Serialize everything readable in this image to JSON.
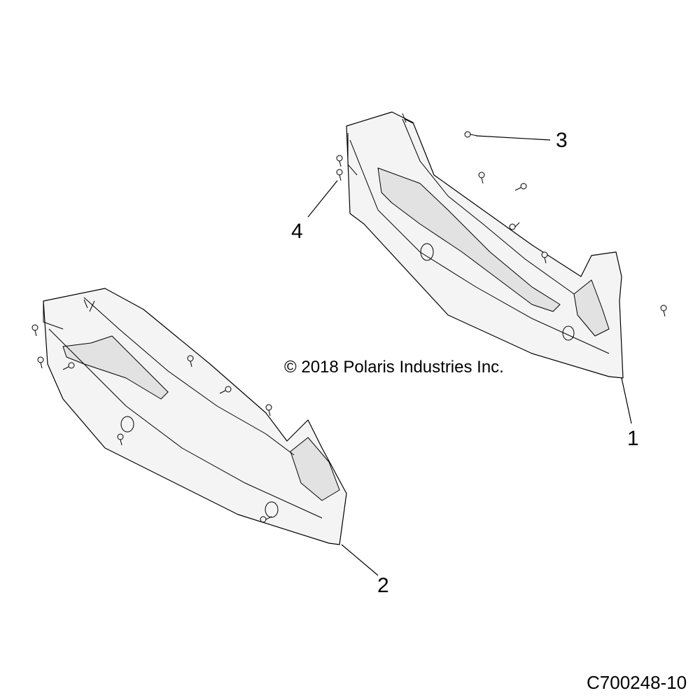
{
  "copyright": "© 2018 Polaris Industries Inc.",
  "figure_id": "C700248-10",
  "callouts": [
    {
      "id": "1",
      "label": "1"
    },
    {
      "id": "2",
      "label": "2"
    },
    {
      "id": "3",
      "label": "3"
    },
    {
      "id": "4",
      "label": "4"
    }
  ],
  "colors": {
    "line": "#000000",
    "part_fill": "#f4f4f4",
    "shade_fill": "#e2e2e2",
    "background": "#ffffff"
  }
}
